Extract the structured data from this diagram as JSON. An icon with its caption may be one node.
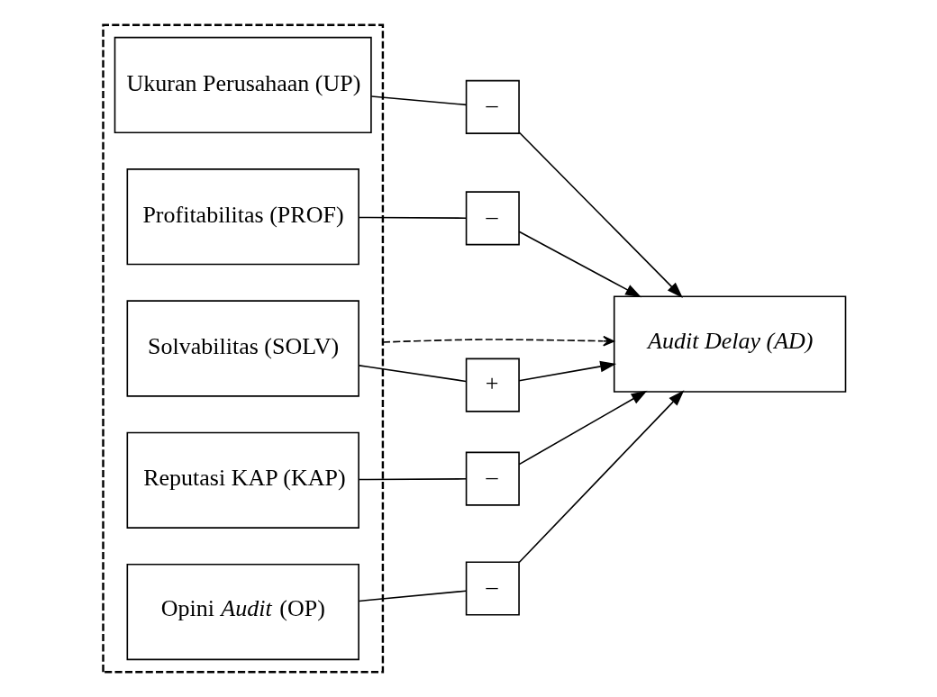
{
  "diagram": {
    "nodes": [
      {
        "text": [],
        "shape": "box"
      },
      {
        "text": [
          "Ukuran Perusahaan (UP)"
        ],
        "in": 0
      },
      {
        "text": [
          "Profitabilitas (PROF)"
        ],
        "in": 0
      },
      {
        "text": [
          "Solvabilitas (SOLV)"
        ],
        "in": 0
      },
      {
        "text": [
          "Reputasi KAP (KAP)"
        ],
        "in": 0
      },
      {
        "text": [
          "Opini *Audit* (OP)"
        ],
        "in": 0
      },
      {
        "text": [
          "Audit Delay (AD)"
        ]
      },
      {
        "text": [
          "–"
        ]
      },
      {
        "text": [
          "–"
        ]
      },
      {
        "text": [
          "+"
        ]
      },
      {
        "text": [
          "–"
        ]
      },
      {
        "text": [
          "–"
        ]
      }
    ],
    "edges": [
      {
        "from": 1,
        "to": 7,
        "arrow": "none"
      },
      {
        "from": 7,
        "to": 6,
        "arrow": "to"
      },
      {
        "from": 2,
        "to": 8,
        "arrow": "none"
      },
      {
        "from": 8,
        "to": 6,
        "arrow": "to"
      },
      {
        "from": 3,
        "to": 9,
        "arrow": "none"
      },
      {
        "from": 9,
        "to": 6,
        "arrow": "to"
      },
      {
        "from": 4,
        "to": 10,
        "arrow": "none"
      },
      {
        "from": 10,
        "to": 6,
        "arrow": "to"
      },
      {
        "from": 5,
        "to": 11,
        "arrow": "none"
      },
      {
        "from": 11,
        "to": 6,
        "arrow": "to"
      },
      {
        "from": 0,
        "to": 6,
        "arrow": "to",
        "style": "dashed"
      }
    ]
  }
}
